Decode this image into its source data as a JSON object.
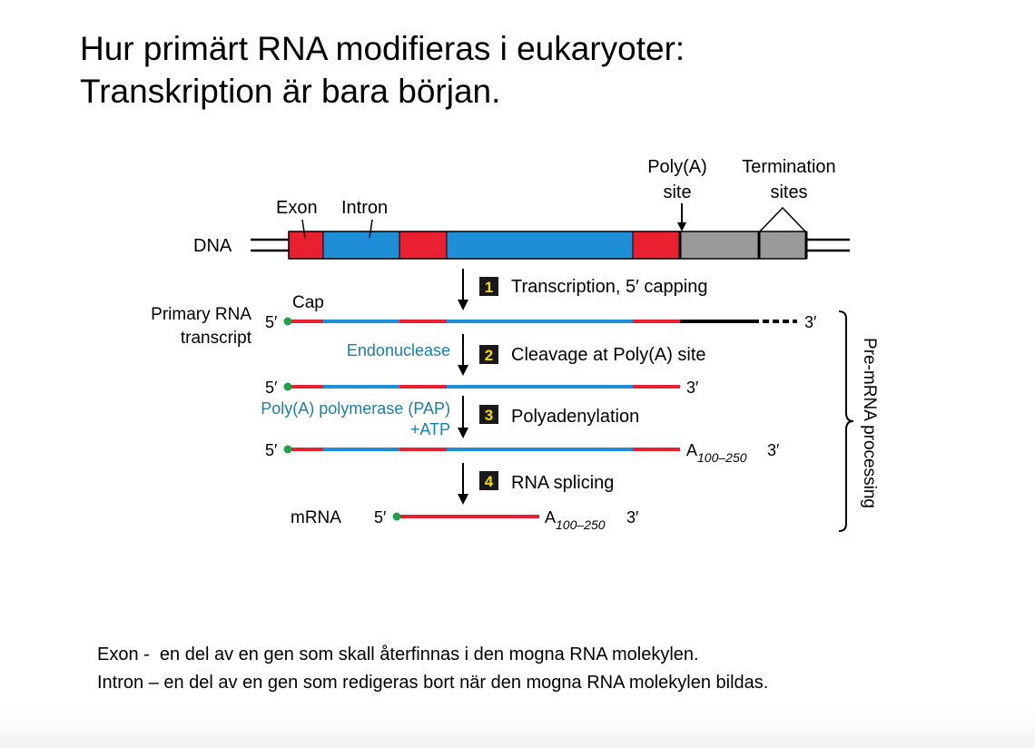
{
  "title": {
    "line1": "Hur primärt RNA modifieras i eukaryoter:",
    "line2": "Transkription är bara början."
  },
  "diagram": {
    "colors": {
      "exon": "#e8202f",
      "intron": "#1e8fd6",
      "downstream": "#9a9a9b",
      "cap": "#1fa04a",
      "teal": "#1a7fa8",
      "step_box": "#1a1a1a",
      "step_number": "#f5d90a"
    },
    "labels": {
      "exon": "Exon",
      "intron": "Intron",
      "dna": "DNA",
      "polya_site_1": "Poly(A)",
      "polya_site_2": "site",
      "termination_1": "Termination",
      "termination_2": "sites",
      "cap": "Cap",
      "primary_rna_1": "Primary RNA",
      "primary_rna_2": "transcript",
      "endonuclease": "Endonuclease",
      "pap_1": "Poly(A) polymerase (PAP)",
      "pap_2": "+ATP",
      "mrna": "mRNA",
      "pre_mrna": "Pre-mRNA processing",
      "five_prime": "5′",
      "three_prime": "3′",
      "poly_a": "A",
      "poly_a_sub": "100–250"
    },
    "steps": [
      {
        "number": "1",
        "label": "Transcription, 5′ capping"
      },
      {
        "number": "2",
        "label": "Cleavage at Poly(A) site"
      },
      {
        "number": "3",
        "label": "Polyadenylation"
      },
      {
        "number": "4",
        "label": "RNA splicing"
      }
    ]
  },
  "notes": {
    "exon_definition": "Exon -  en del av en gen som skall återfinnas i den mogna RNA molekylen.",
    "intron_definition": "Intron – en del av en gen som redigeras bort när den mogna RNA molekylen bildas."
  }
}
